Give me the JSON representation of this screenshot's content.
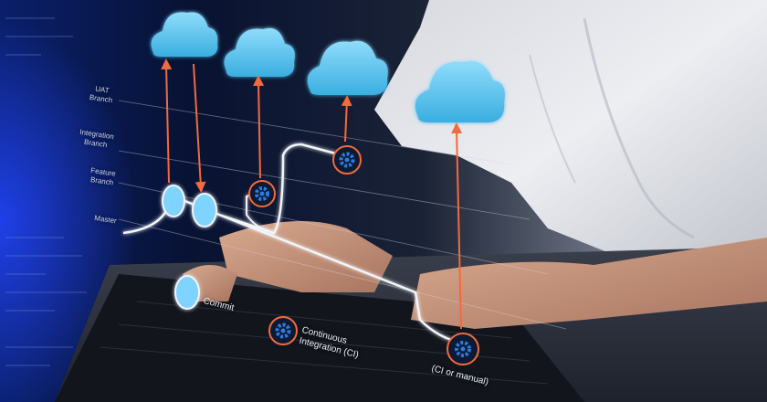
{
  "diagram": {
    "branch_labels": {
      "uat": "UAT\nBranch",
      "integration": "Integration\nBranch",
      "feature": "Feature\nBranch",
      "master": "Master"
    },
    "step_labels": {
      "commit": "Commit",
      "ci": "Continuous\nIntegration  (CI)",
      "deploy": "(CI or manual)"
    }
  },
  "colors": {
    "cloud": "#5ec8f0",
    "arrow": "#f26a3d",
    "line": "#f2f4f8",
    "gear": "#2a7de1",
    "node": "#7fd3ff"
  }
}
